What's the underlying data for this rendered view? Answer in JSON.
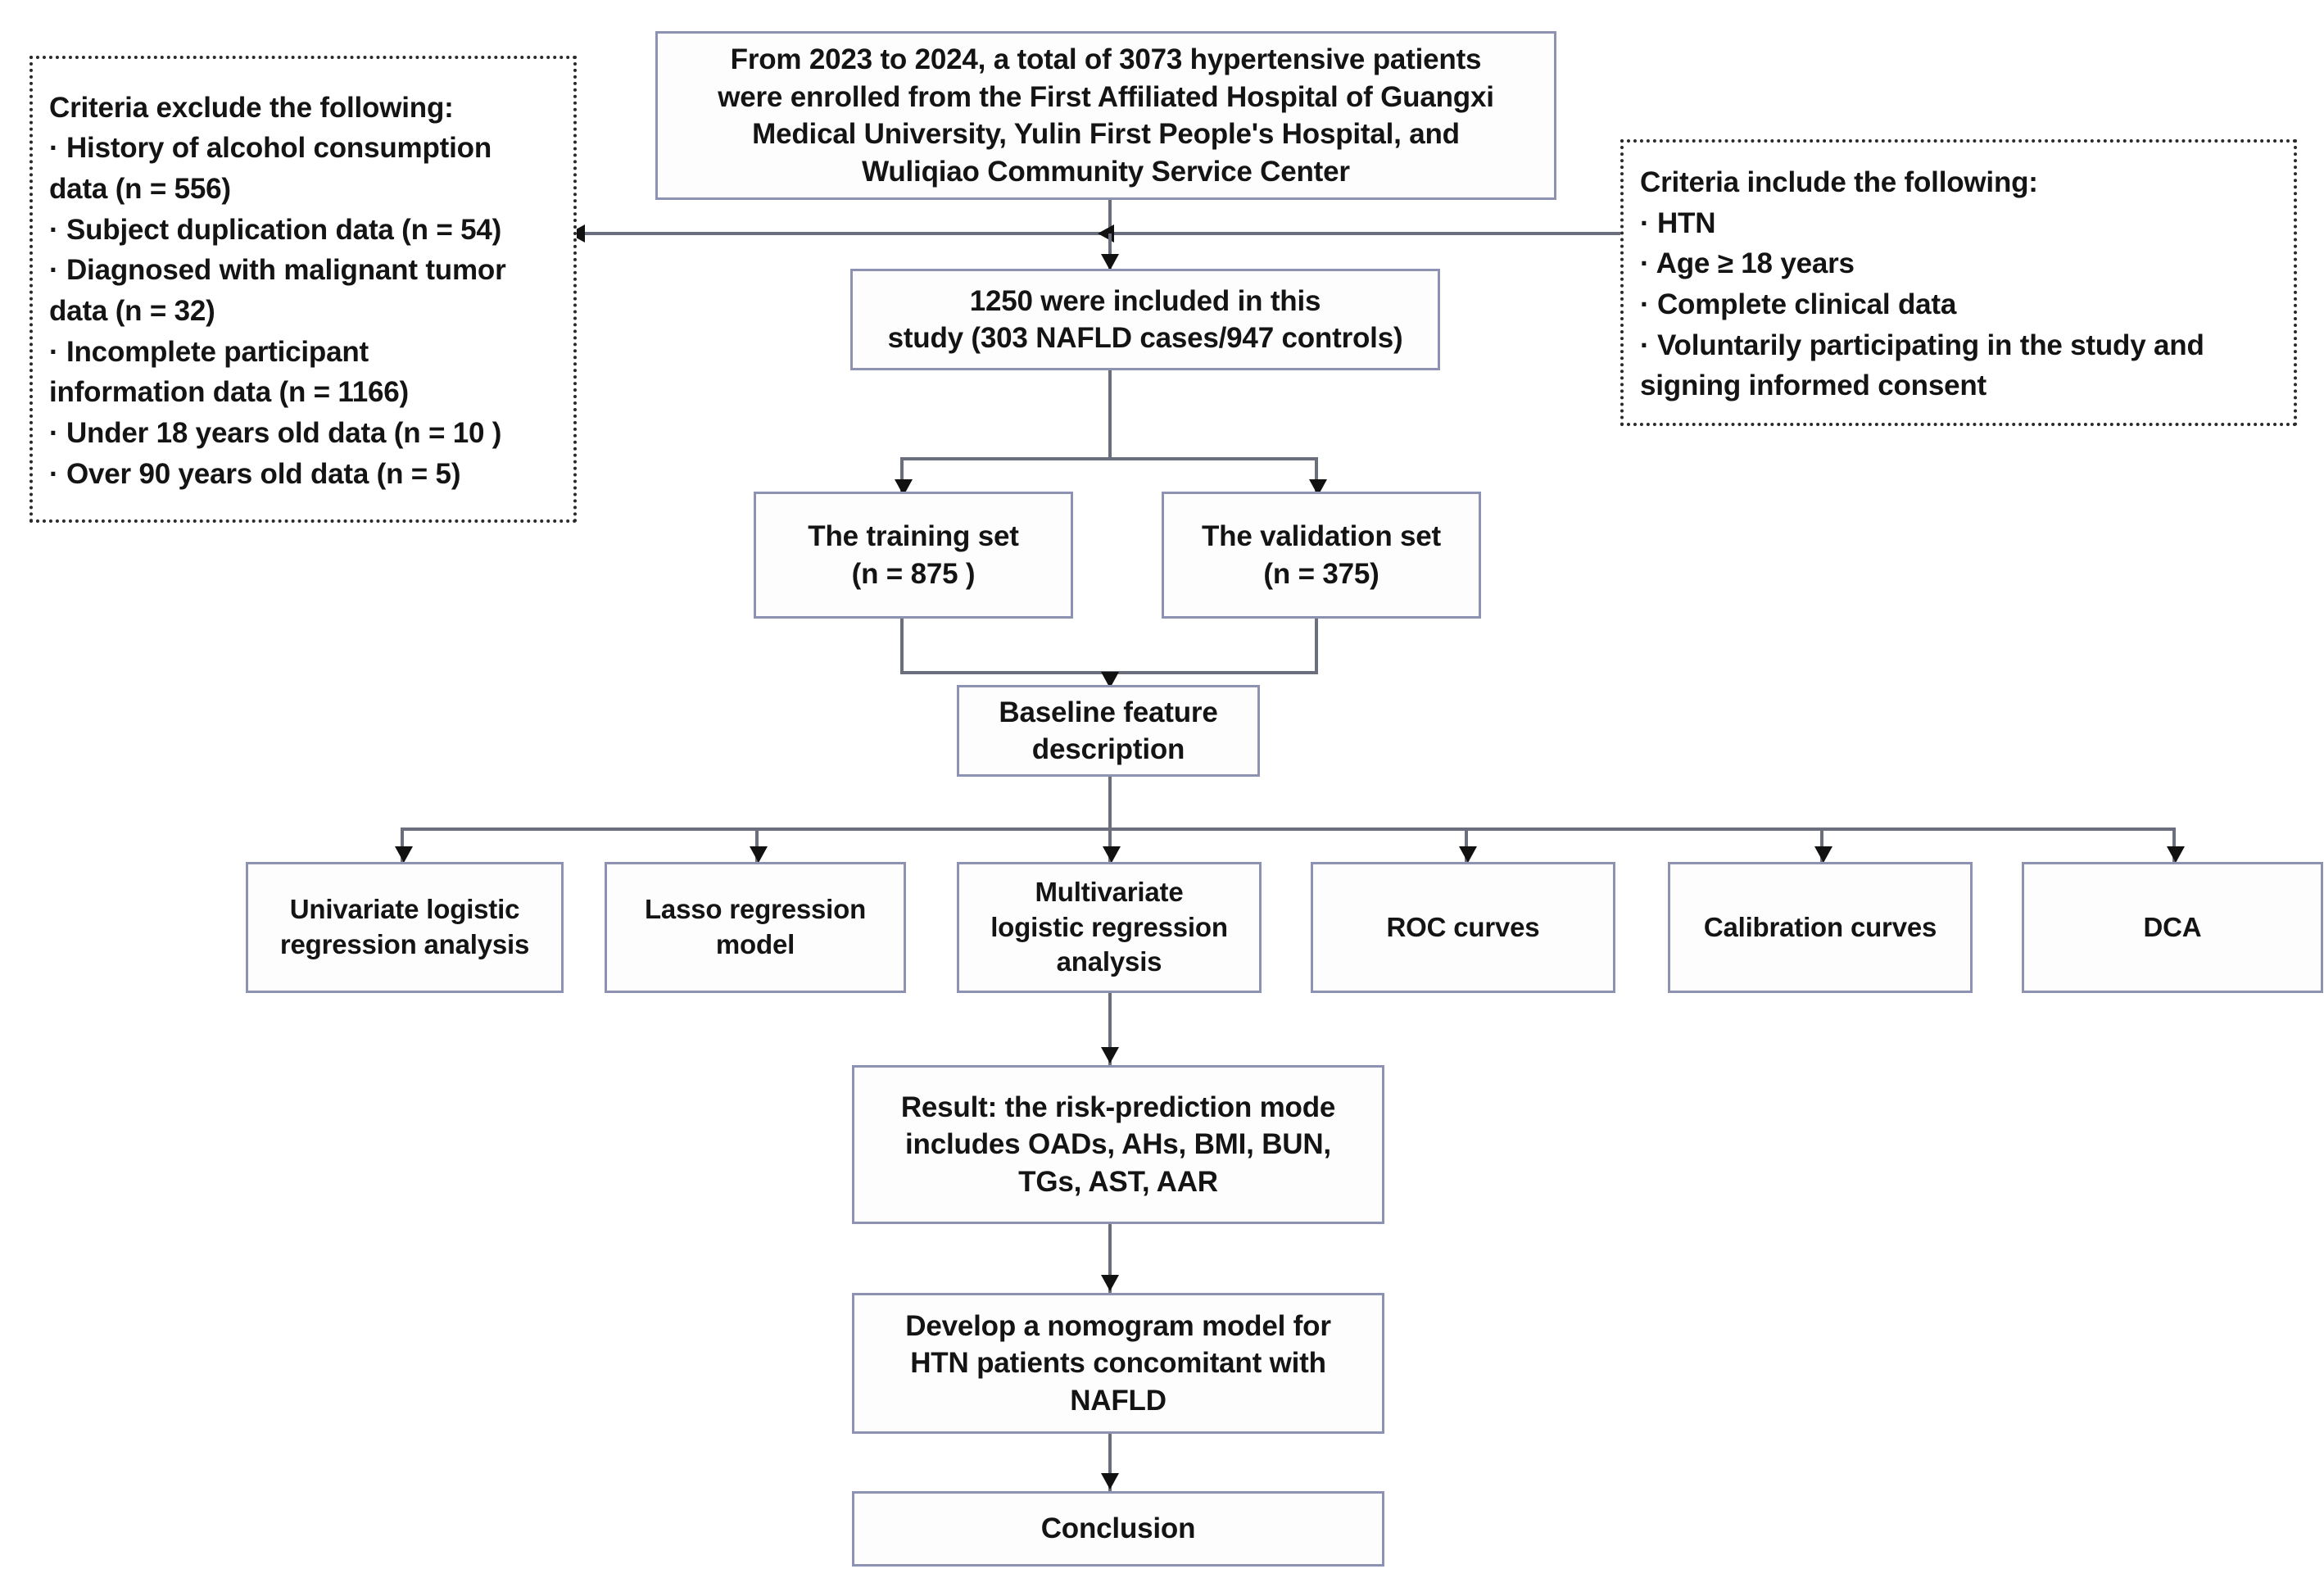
{
  "figure": {
    "type": "flowchart",
    "title": "Study design flowchart for NAFLD risk-prediction nomogram in hypertensive patients"
  },
  "nodes": {
    "enrollment": "From 2023 to 2024, a total of 3073 hypertensive patients\nwere enrolled from the First Affiliated Hospital of Guangxi\nMedical University, Yulin First People's Hospital, and\nWuliqiao Community Service Center",
    "included": "1250 were included in this\nstudy (303 NAFLD cases/947 controls)",
    "training_set": "The training set\n(n = 875 )",
    "validation_set": "The validation set\n(n = 375)",
    "baseline": "Baseline feature\ndescription",
    "univariate": "Univariate logistic\nregression analysis",
    "lasso": "Lasso regression\nmodel",
    "multivariate": "Multivariate\nlogistic regression\nanalysis",
    "roc": "ROC curves",
    "calibration": "Calibration curves",
    "dca": "DCA",
    "result": "Result: the risk-prediction mode\nincludes OADs, AHs, BMI, BUN,\nTGs, AST, AAR",
    "nomogram": "Develop a nomogram model for\nHTN patients concomitant with\nNAFLD",
    "conclusion": "Conclusion"
  },
  "criteria": {
    "exclude": "Criteria exclude the following:\n· History of alcohol consumption\ndata (n = 556)\n· Subject duplication data (n = 54)\n· Diagnosed with malignant tumor\ndata (n = 32)\n· Incomplete participant\ninformation data (n = 1166)\n· Under 18 years old data (n = 10 )\n· Over 90 years old data (n = 5)",
    "include": "Criteria include the following:\n· HTN\n· Age ≥ 18 years\n· Complete clinical data\n· Voluntarily participating in the study and\nsigning informed consent"
  },
  "colors": {
    "box_border": "#8d92b3",
    "connector": "#6b6f7d",
    "arrow": "#111111",
    "criteria_border": "#2a2a2a",
    "text": "#141414",
    "background": "#ffffff"
  }
}
